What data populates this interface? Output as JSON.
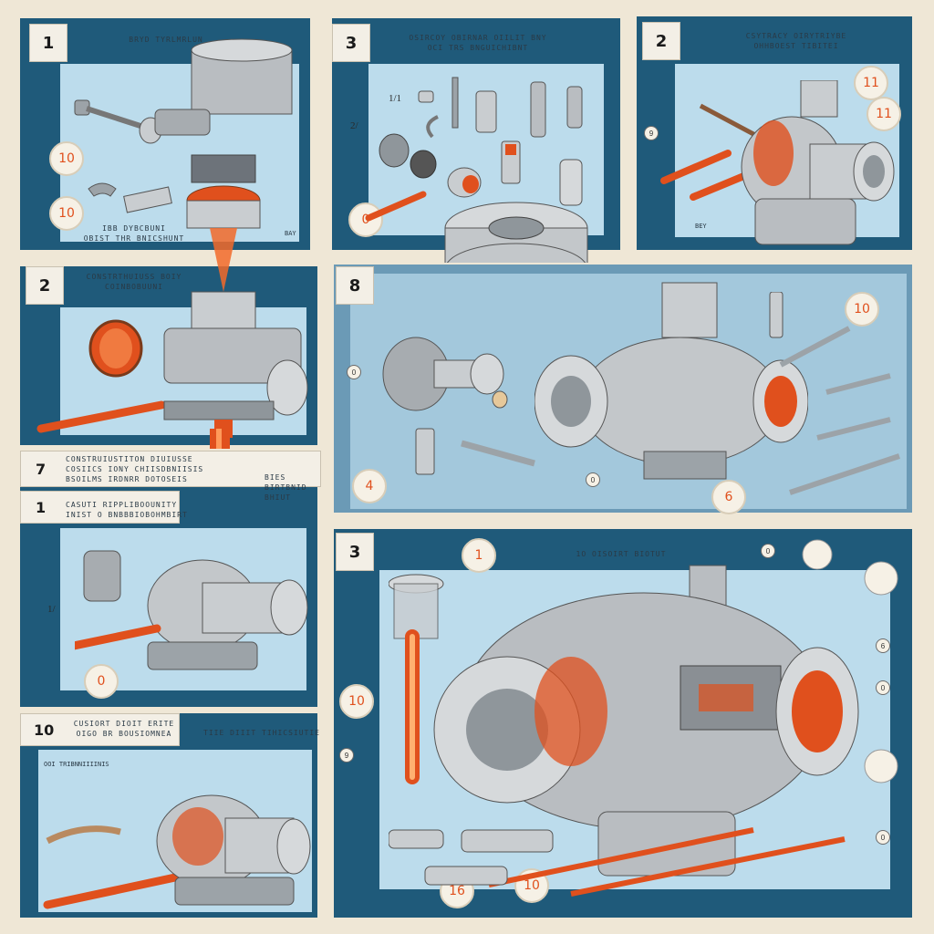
{
  "panels": [
    {
      "step": "1",
      "title": "BRYD TYRLMRLUN",
      "caption": "IBB DYBCBUNI\nOBIST THR BNICSHUNT",
      "note": "BAY"
    },
    {
      "step": "3",
      "title": "OSIRCOY OBIRNAR OIILIT BNY\nOCI TRS BNGUICHIBNT"
    },
    {
      "step": "2",
      "title": "CSYTRACY OIRYTRIYBE\nOHHBOEST TIBITEI",
      "note": "BEY"
    },
    {
      "step": "2",
      "title": "CONSTRTHUIUSS BOIY\nCOINBOBUUNI"
    },
    {
      "step": "8"
    },
    {
      "step": "7",
      "title": "CONSTRUIUSTITON DIUIUSSE\nCOSIICS IONY CHIISDBNIISIS\nBSOILMS IRDNRR DOTOSEIS"
    },
    {
      "step": "1",
      "title": "CASUTI RIPPLIBOOUNITY\nINIST O BNBBBIOBOHMBIRT"
    },
    {
      "step": "10",
      "title": "CUSIORT DIOIT ERITE\nOIGO BR BOUSIOMNEA",
      "title2": "TIIE DIIIT TIHICSIUTIE",
      "caption": "OOI TRIBNNIIIINIS"
    },
    {
      "step": "3",
      "title": "1O OISOIRT BIOTUT"
    }
  ],
  "side_note": {
    "lines": [
      "BIES",
      "BIRTBNID",
      "BHIUT"
    ]
  },
  "callouts": {
    "p1a": "10",
    "p1b": "10",
    "p2a": "0",
    "p3a": "11",
    "p3b": "11",
    "p3c": "9",
    "p5a": "10",
    "p5b": "4",
    "p5c": "6",
    "p5d": "0",
    "p5e": "0",
    "p7a": "0",
    "p9a": "1",
    "p9b": "10",
    "p9c": "16",
    "p9d": "10",
    "p9e": "0",
    "p9f": "6",
    "p9g": "0",
    "p9h": "0",
    "p9i": "9"
  },
  "labels": {
    "l1": "1/1",
    "l2": "10",
    "l3": "2/",
    "l4": "0",
    "l5": "7",
    "l6": "1/"
  },
  "colors": {
    "frame": "#1f5a7a",
    "panel_bg": "#bcdcec",
    "accent": "#e0501d",
    "metal": "#b9bdc1",
    "paper": "#efe7d6"
  }
}
